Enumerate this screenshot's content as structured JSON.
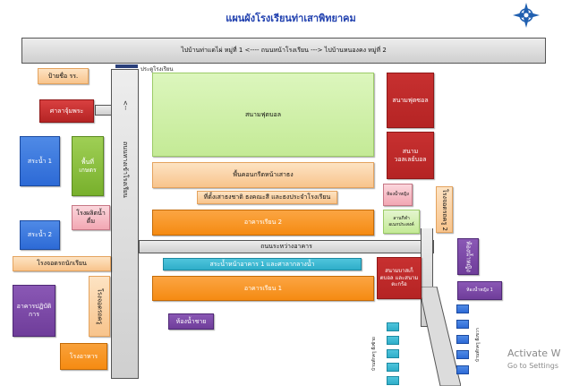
{
  "title": "แผนผังโรงเรียนท่าเสาพิทยาคม",
  "compass": "compass-icon",
  "top_road": {
    "left": "ไปบ้านท่าแดไผ่ หมู่ที่ 1",
    "arrow_left": "<----",
    "center": "ถนนหน้าโรงเรียน",
    "arrow_right": "--->",
    "right": "ไปบ้านหนองคง หมู่ที่ 2"
  },
  "gate": "ประตูโรงเรียน",
  "left_road": {
    "label": "ถนนทางเข้าโรงเรียน",
    "arrow": "<--"
  },
  "middle_road": "ถนนระหว่างอาคาร",
  "buildings": {
    "school_sign": "ป้ายชื่อ รร.",
    "shrine": "ศาลาจุ้มพระ",
    "pond1": "สระน้ำ 1",
    "agri_area": "พื้นที่เกษตร",
    "water_factory": "โรงผลิตน้ำดื่ม",
    "pond2": "สระน้ำ 2",
    "parking": "โรงจอดรถนักเรียน",
    "practice_building": "อาคารปฏิบัติการ",
    "car_garage": "โรงจอดรถครู",
    "canteen": "โรงอาหาร",
    "football": "สนามฟุตบอล",
    "concrete_yard": "พื้นคอนกรีตหน้าเสาธง",
    "flag_pole": "ที่ตั้งเสาธงชาติ ธงคณะสี และธงประจำโรงเรียน",
    "classroom2": "อาคารเรียน 2",
    "pond_front1": "สระน้ำหน้าอาคาร 1 และศาลากลางน้ำ",
    "classroom1": "อาคารเรียน 1",
    "male_toilet": "ห้องน้ำชาย",
    "futsal": "สนามฟุตซอล",
    "volleyball": "สนามวอลเลย์บอล",
    "small_pink": "ห้องน้ำหญิง",
    "small_green": "ลานกีฬาอเนกประสงค์",
    "right_garage": "โรงจอดรถครู 2",
    "basketball": "สนามบาสเก็ตบอล และสนามตะกร้อ",
    "purple_right_top": "ห้องน้ำหญิง",
    "purple_right_mid": "ห้องน้ำหญิง 1",
    "housing_left": "บ้านพักครู ฝั่งซ้าย",
    "housing_right": "บ้านพักครู ฝั่งขวา"
  },
  "watermark": {
    "title": "Activate W",
    "sub": "Go to Settings"
  },
  "colors": {
    "title": "#1f3fae",
    "green": "#cdeea6",
    "orange": "#f58b12",
    "peach": "#fbd3ae",
    "red": "#b52424",
    "blue": "#2d6ad6",
    "teal": "#2faec9",
    "purple": "#6f3d9a"
  }
}
